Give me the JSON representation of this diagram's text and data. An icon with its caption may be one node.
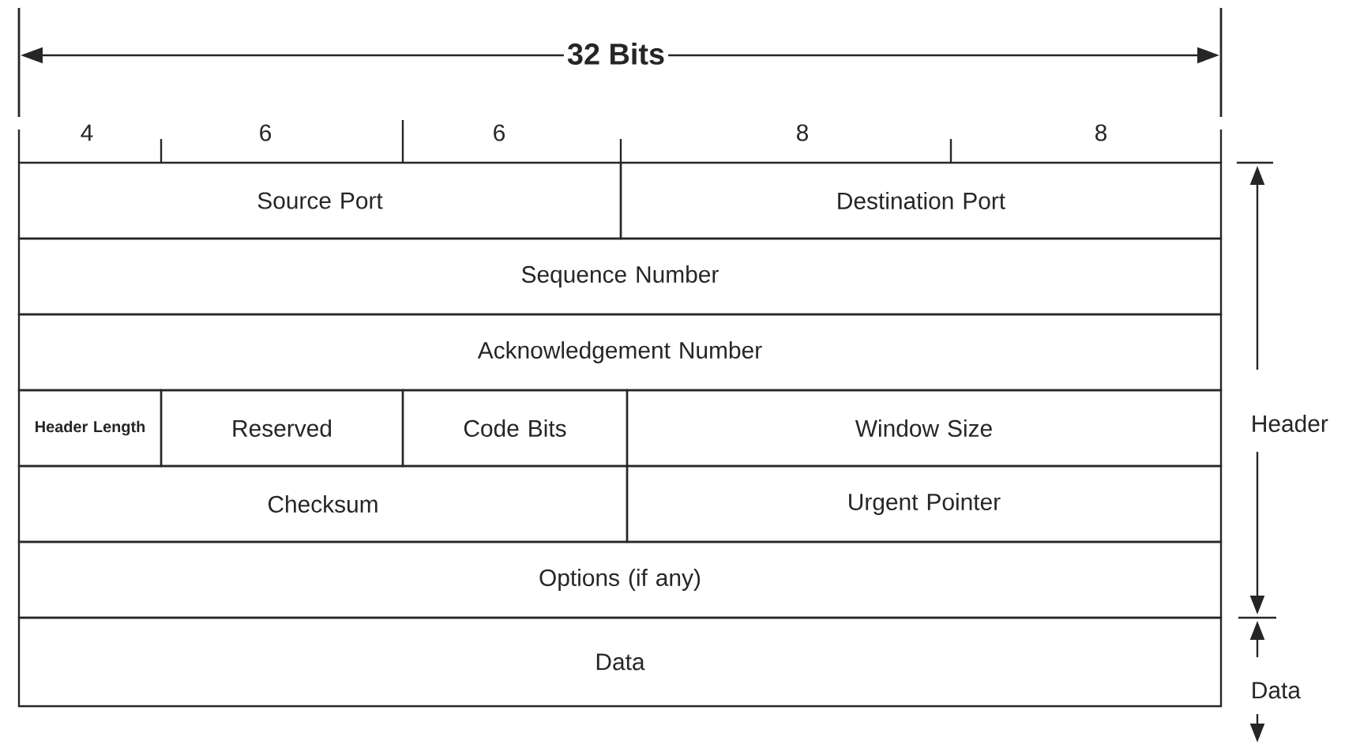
{
  "diagram": {
    "nodes": [
      {
        "text": [
          "Source Port"
        ]
      },
      {
        "text": [
          "Destination Port"
        ]
      },
      {
        "text": [
          "Sequence Number"
        ]
      },
      {
        "text": [
          "Acknowledgement Number"
        ]
      },
      {
        "text": [
          "Header Length"
        ]
      },
      {
        "text": [
          "Reserved"
        ]
      },
      {
        "text": [
          "Code Bits"
        ]
      },
      {
        "text": [
          "Window Size"
        ]
      },
      {
        "text": [
          "Checksum"
        ]
      },
      {
        "text": [
          "Urgent Pointer"
        ]
      },
      {
        "text": [
          "Options (if any)"
        ]
      },
      {
        "text": [
          "Data"
        ]
      }
    ],
    "labels": [
      "32 Bits",
      "4",
      "6",
      "6",
      "8",
      "8",
      "Header",
      "Data"
    ]
  }
}
